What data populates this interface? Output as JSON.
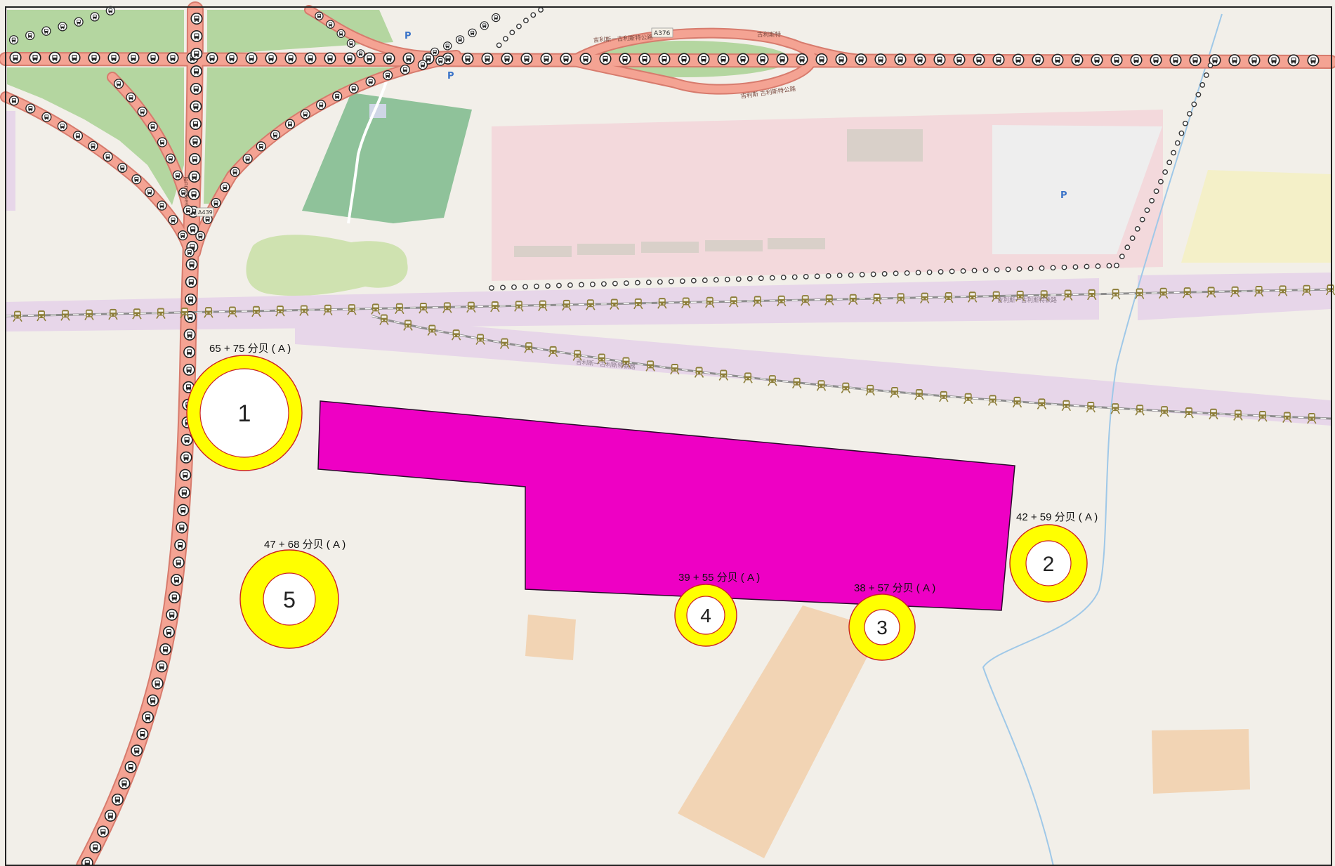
{
  "colors": {
    "land": "#f2efe9",
    "road_casing": "#d77b6d",
    "road_fill": "#f4a393",
    "grass": "#b4d6a0",
    "orchard": "#8fc29a",
    "scrub": "#cfe2b0",
    "industrial": "#f3d9dc",
    "parking": "#eeeeee",
    "railway_zone": "#e7d6e9",
    "railway_track": "#8d8d8d",
    "building": "#d9d0c9",
    "footprint": "#f2d4b4",
    "stream": "#9fc8e8",
    "site_fill": "#ee00c4",
    "marker_ring": "#ffff00",
    "marker_outline": "#cc2222"
  },
  "icons": {
    "bus_stop": "bus-stop-icon",
    "train": "train-icon",
    "parking": "parking-icon"
  },
  "map_labels": {
    "parking_top_left": "P",
    "parking_top_left_2": "P",
    "parking_right": "P",
    "route_a376": "A376",
    "route_a439": "A439",
    "road_name_ramp": "吉利斯一古利斯特公路",
    "road_name_ramp_2": "吉利斯 古利斯特公路",
    "road_name_east": "古利斯特",
    "rail_name": "吉利斯一古利斯特铁路",
    "road_name_vertical": "Tennessee"
  },
  "markers": [
    {
      "id": "1",
      "label": "65 + 75 分贝 ( A )"
    },
    {
      "id": "2",
      "label": "42 + 59 分贝 ( A )"
    },
    {
      "id": "3",
      "label": "38 + 57 分贝 ( A )"
    },
    {
      "id": "4",
      "label": "39 + 55 分贝 ( A )"
    },
    {
      "id": "5",
      "label": "47 + 68 分贝 ( A )"
    }
  ]
}
